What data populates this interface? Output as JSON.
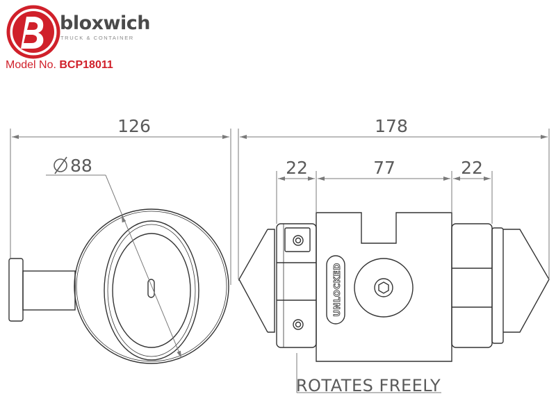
{
  "brand": {
    "name": "bloxwich",
    "tagline": "TRUCK & CONTAINER",
    "color_red": "#d0202a",
    "color_grey": "#4a4a4a"
  },
  "model": {
    "label": "Model No.",
    "number": "BCP18011"
  },
  "dimensions": {
    "side_width": "126",
    "diameter": "88",
    "overall_length": "178",
    "left_section": "22",
    "middle_section": "77",
    "right_section": "22"
  },
  "labels": {
    "unlocked": "UNLOCKED",
    "rotates_freely": "ROTATES FREELY"
  }
}
